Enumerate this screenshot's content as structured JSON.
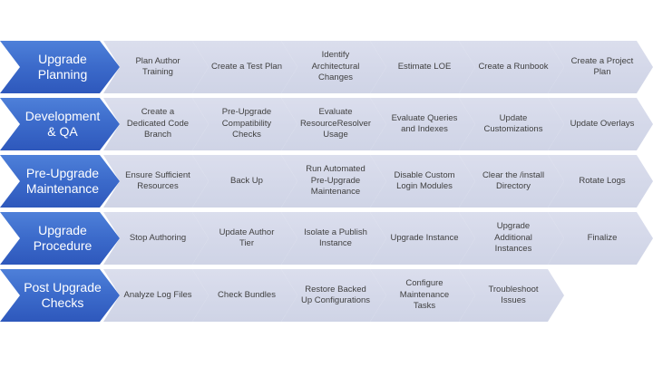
{
  "diagram": {
    "type": "process-chevron-flow",
    "background": "#FFFFFF",
    "palette": {
      "phase_fill_top": "#4E80D9",
      "phase_fill_bottom": "#2E58BC",
      "phase_text": "#FFFFFF",
      "step_fill": "#D4D8E9",
      "step_text": "#3F3F3F"
    }
  },
  "rows": [
    {
      "header": "Upgrade Planning",
      "steps": [
        "Plan Author Training",
        "Create a Test Plan",
        "Identify Architectural Changes",
        "Estimate LOE",
        "Create a Runbook",
        "Create a Project Plan"
      ]
    },
    {
      "header": "Development & QA",
      "steps": [
        "Create a Dedicated Code Branch",
        "Pre-Upgrade Compatibility Checks",
        "Evaluate ResourceResolver Usage",
        "Evaluate Queries and Indexes",
        "Update Customizations",
        "Update Overlays"
      ]
    },
    {
      "header": "Pre-Upgrade Maintenance",
      "steps": [
        "Ensure Sufficient Resources",
        "Back Up",
        "Run Automated Pre-Upgrade Maintenance",
        "Disable Custom Login Modules",
        "Clear the /install Directory",
        "Rotate Logs"
      ]
    },
    {
      "header": "Upgrade Procedure",
      "steps": [
        "Stop Authoring",
        "Update Author Tier",
        "Isolate a Publish Instance",
        "Upgrade Instance",
        "Upgrade Additional Instances",
        "Finalize"
      ]
    },
    {
      "header": "Post Upgrade Checks",
      "steps": [
        "Analyze Log Files",
        "Check Bundles",
        "Restore Backed Up Configurations",
        "Configure Maintenance Tasks",
        "Troubleshoot Issues"
      ]
    }
  ]
}
